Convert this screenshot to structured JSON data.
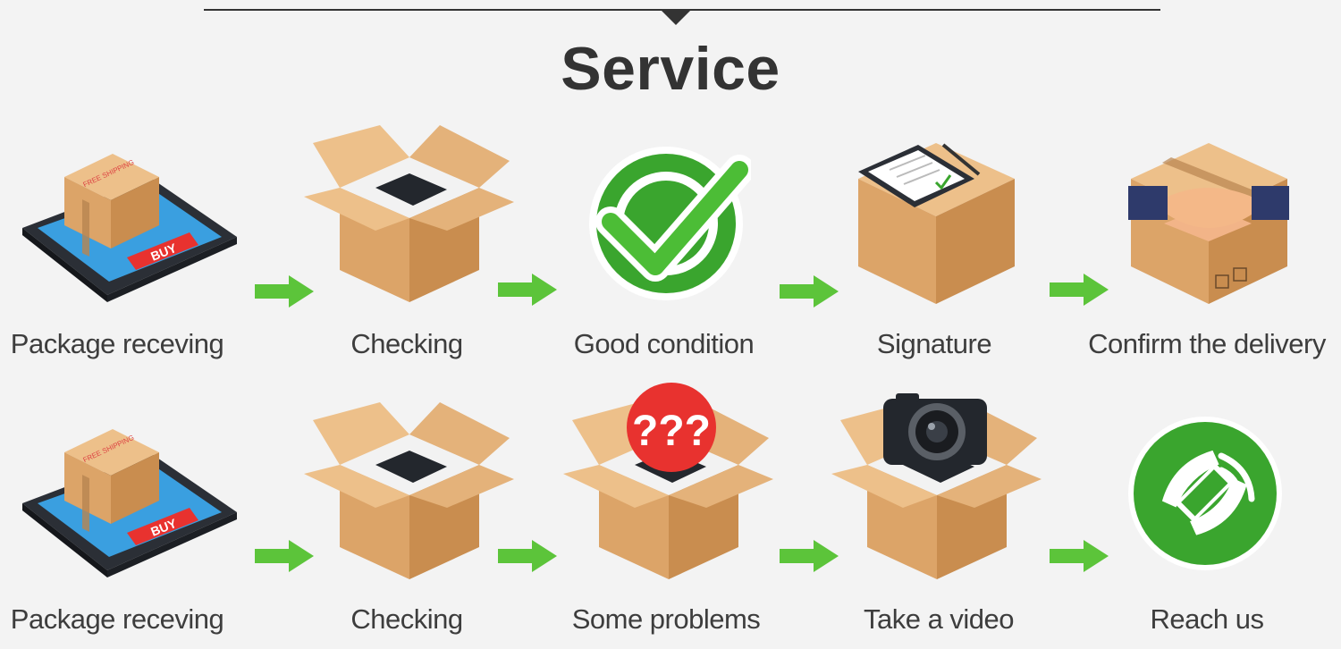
{
  "title": "Service",
  "rows": [
    {
      "steps": [
        {
          "label": "Package receving",
          "icon": "tablet-box-icon",
          "box_text": "FREE SHIPPING",
          "button_text": "BUY"
        },
        {
          "label": "Checking",
          "icon": "open-box-icon"
        },
        {
          "label": "Good condition",
          "icon": "checkmark-icon"
        },
        {
          "label": "Signature",
          "icon": "box-clipboard-icon"
        },
        {
          "label": "Confirm the delivery",
          "icon": "box-handshake-icon"
        }
      ]
    },
    {
      "steps": [
        {
          "label": "Package receving",
          "icon": "tablet-box-icon",
          "box_text": "FREE SHIPPING",
          "button_text": "BUY"
        },
        {
          "label": "Checking",
          "icon": "open-box-icon"
        },
        {
          "label": "Some problems",
          "icon": "question-box-icon",
          "badge_text": "???"
        },
        {
          "label": "Take a video",
          "icon": "camera-box-icon"
        },
        {
          "label": "Reach us",
          "icon": "phone-icon"
        }
      ]
    }
  ],
  "colors": {
    "arrow": "#5cc43a",
    "box": "#dca468",
    "box_dark": "#c98d4f",
    "green": "#3aa52e",
    "red": "#e8322f",
    "text": "#3d3d3d"
  }
}
